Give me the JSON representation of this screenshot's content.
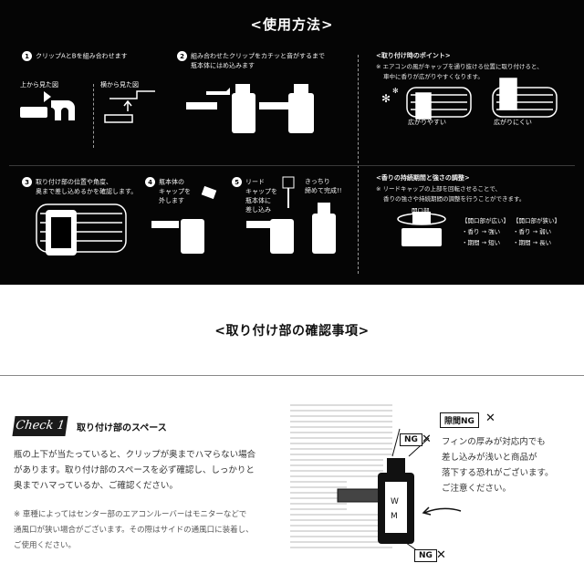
{
  "header": {
    "title": "<使用方法>"
  },
  "steps": {
    "s1": {
      "num": "1",
      "text": "クリップAとBを組み合わせます",
      "view_top": "上から見た図",
      "view_side": "横から見た図"
    },
    "s2": {
      "num": "2",
      "line1": "組み合わせたクリップをカチッと音がするまで",
      "line2": "瓶本体にはめ込みます"
    },
    "s3": {
      "num": "3",
      "line1": "取り付け部の位置や角度、",
      "line2": "奥まで差し込めるかを確認します。"
    },
    "s4": {
      "num": "4",
      "line1": "瓶本体の",
      "line2": "キャップを",
      "line3": "外します"
    },
    "s5": {
      "num": "5",
      "line1": "リード",
      "line2": "キャップを",
      "line3": "瓶本体に",
      "line4": "差し込み"
    },
    "s6": {
      "line1": "きっちり",
      "line2": "締めて完成!!"
    }
  },
  "points": {
    "title": "<取り付け時のポイント>",
    "note1": "※ エアコンの風がキャップを通り抜ける位置に取り付けると、",
    "note2": "車中に香りが広がりやすくなります。",
    "good": "広がりやすい",
    "bad": "広がりにくい"
  },
  "duration": {
    "title": "<香りの持続期間と強さの調整>",
    "note1": "※ リードキャップの上部を回転させることで、",
    "note2": "香りの強さや持続期間の調整を行うことができます。",
    "open_label": "開口部",
    "wide": {
      "head": "【開口部が広い】",
      "r1": "・香り → 強い",
      "r2": "・期間 → 短い"
    },
    "narrow": {
      "head": "【開口部が狭い】",
      "r1": "・香り → 弱い",
      "r2": "・期間 → 長い"
    }
  },
  "section2": {
    "title": "<取り付け部の確認事項>"
  },
  "check": {
    "badge": "Check 1",
    "subtitle": "取り付け部のスペース",
    "p1": "瓶の上下が当たっていると、クリップが奥までハマらない場合",
    "p2": "があります。取り付け部のスペースを必ず確認し、しっかりと",
    "p3": "奥までハマっているか、ご確認ください。",
    "n1": "※ 車種によってはセンター部のエアコンルーバーはモニターなどで",
    "n2": "通風口が狭い場合がございます。その際はサイドの通風口に装着し、",
    "n3": "ご使用ください。",
    "ng_gap": "隙間NG",
    "ng": "NG",
    "ng_bottom": "NG",
    "x": "✕",
    "w1": "フィンの厚みが対応内でも",
    "w2": "差し込みが浅いと商品が",
    "w3": "落下する恐れがございます。",
    "w4": "ご注意ください。"
  }
}
